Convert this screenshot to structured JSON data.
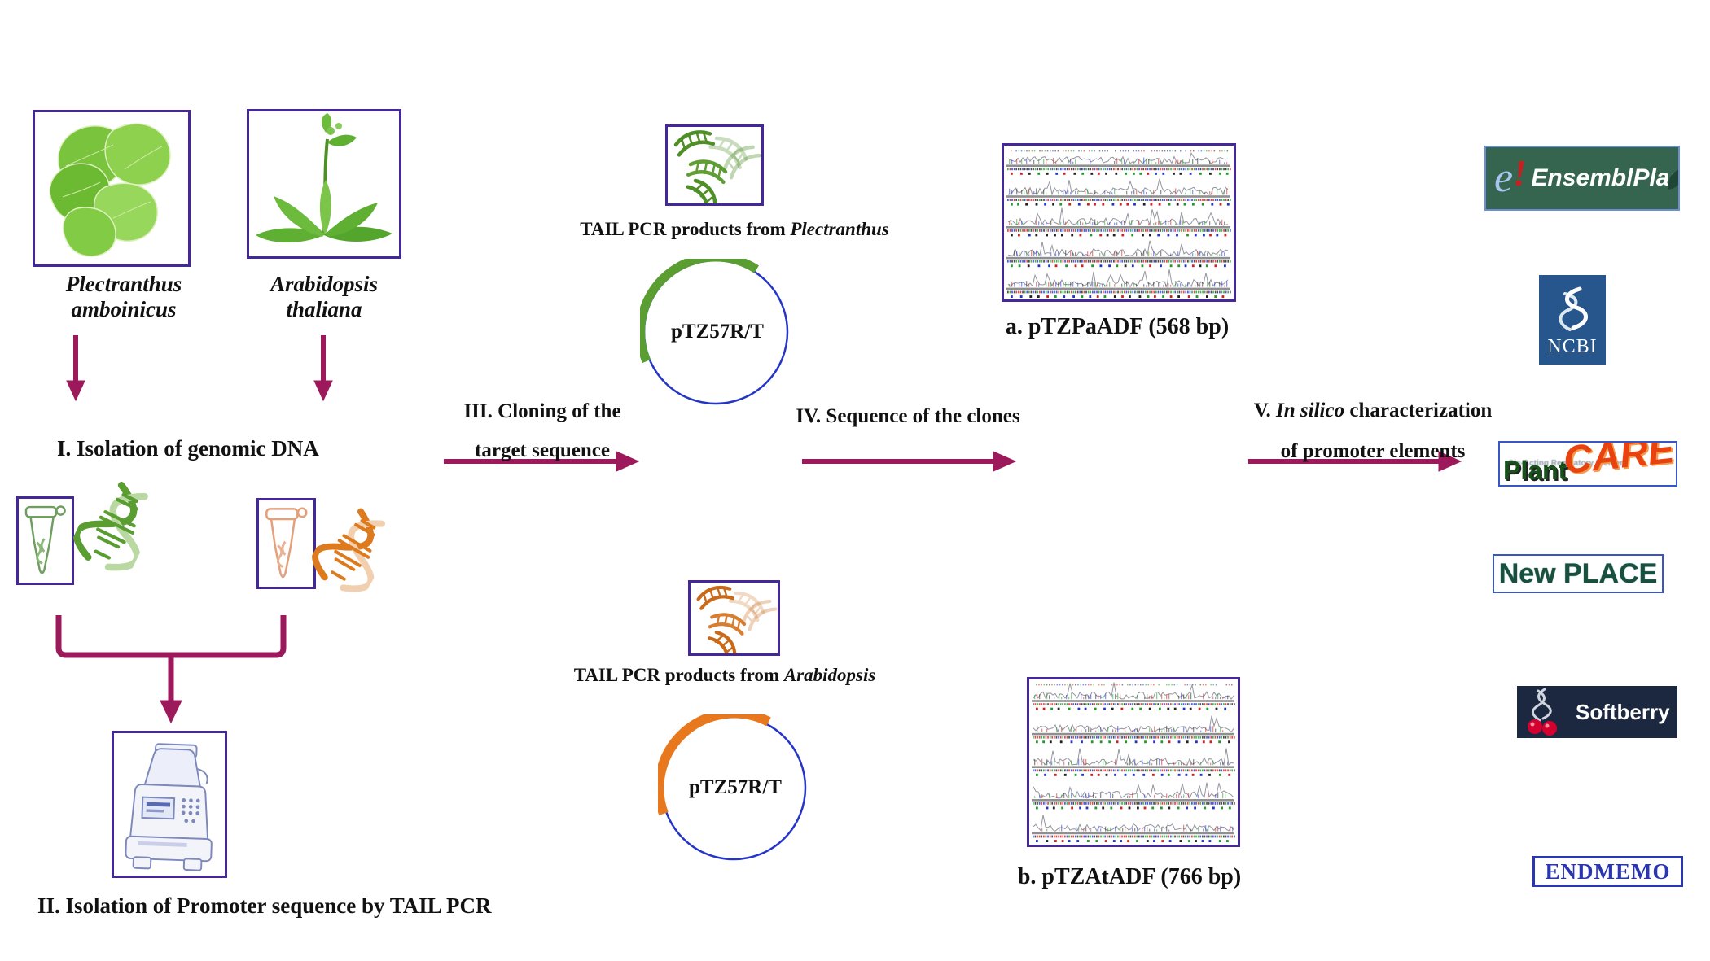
{
  "palette": {
    "arrow": "#9c1a5c",
    "frame_border": "#44289a",
    "plasmid_circle": "#2535c8",
    "insert_green": "#5a9e32",
    "insert_orange": "#e8781e"
  },
  "plants": [
    {
      "name": "Plectranthus amboinicus"
    },
    {
      "name": "Arabidopsis thaliana"
    }
  ],
  "steps": {
    "step1": "I. Isolation of  genomic DNA",
    "step2": "II. Isolation of Promoter sequence by TAIL PCR",
    "step3_line1": "III. Cloning of the",
    "step3_line2": "target sequence",
    "step4": "IV. Sequence of the clones",
    "step5_num": "V. ",
    "step5_italic": "In silico",
    "step5_rest": " characterization",
    "step5_line2": "of promoter  elements"
  },
  "cloning": {
    "pcr1_pre": "TAIL PCR products from ",
    "pcr1_species": "Plectranthus",
    "pcr2_pre": "TAIL PCR products from ",
    "pcr2_species": "Arabidopsis",
    "plasmid1_label": "pTZ57R/T",
    "plasmid2_label": "pTZ57R/T"
  },
  "sequences": {
    "clone_a": "a. pTZPaADF (568 bp)",
    "clone_b": "b. pTZAtADF (766 bp)"
  },
  "tools": {
    "ensembl": {
      "e": "e",
      "bang": "!",
      "name": "EnsemblPlants"
    },
    "ncbi": {
      "name": "NCBI"
    },
    "plantcare": {
      "plant": "Plant",
      "care": "CARE",
      "sub": "Cis-Acting Regulatory Element"
    },
    "newplace": {
      "name": "New PLACE"
    },
    "softberry": {
      "name": "Softberry"
    },
    "endmemo": {
      "name": "ENDMEMO"
    }
  }
}
